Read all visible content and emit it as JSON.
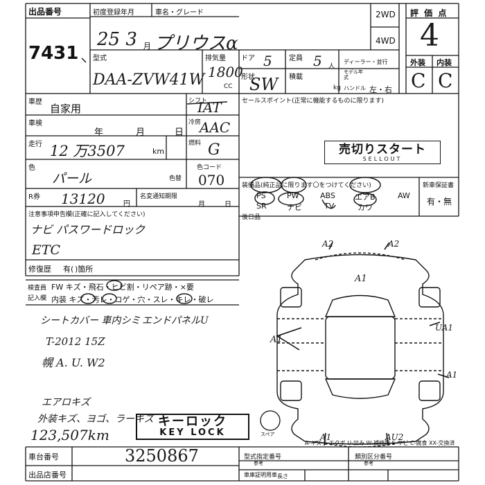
{
  "sheet": {
    "lot_label": "出品番号",
    "lot_number": "7431",
    "first_reg_label": "初度登録年月",
    "car_name_label": "車名・グレード",
    "first_reg_value": "25 3",
    "month_char": "月",
    "car_name_value": "プリウスα",
    "drive_2wd": "2WD",
    "drive_4wd": "4WD",
    "score_label": "評 価 点",
    "score_value": "4",
    "model_label": "型式",
    "model_value": "DAA-ZVW41W",
    "displacement_label": "排気量",
    "displacement_value": "1800",
    "cc": "CC",
    "doors_label": "ドア",
    "doors_value": "5",
    "capacity_label": "定員",
    "capacity_value": "5",
    "person_char": "人",
    "dealer_label": "ディーラー・並行",
    "shape_label": "形状",
    "shape_value": "SW",
    "payload_label": "積載",
    "kg": "kg",
    "model_year_label": "モデル年式",
    "handle_label": "ハンドル",
    "handle_lr": "左・右",
    "exterior_label": "外装",
    "interior_label": "内装",
    "exterior_grade": "C",
    "interior_grade": "C",
    "history_label": "車歴",
    "history_value": "自家用",
    "shift_label": "シフト",
    "shift_value": "IAT",
    "inspection_label": "車検",
    "year_char": "年",
    "month_char2": "月",
    "day_char": "日",
    "ac_label": "冷房",
    "ac_value": "AAC",
    "mileage_label": "走行",
    "mileage_value": "12 万3507",
    "km": "km",
    "fuel_label": "燃料",
    "fuel_value": "G",
    "color_label": "色",
    "color_value": "パール",
    "color_change_label": "色替",
    "color_code_label": "色コード",
    "color_code_value": "070",
    "recycle_label": "R券",
    "recycle_value": "13120",
    "yen": "円",
    "tax_label": "名変通知期限",
    "month_char3": "月",
    "day_char2": "日",
    "sales_point_label": "セールスポイント(正常に機能するものに限ります)",
    "sellout_jp": "売切りスタート",
    "sellout_en": "SELLOUT",
    "equipment_label": "装備品(純正品に限ります〇をつけてください)",
    "new_car_warranty_label": "新車保証書",
    "eq_ps": "PS",
    "eq_pw": "PW",
    "eq_abs": "ABS",
    "eq_ab": "エアB",
    "eq_aw": "AW",
    "eq_sr": "SR",
    "eq_nav": "ナビ",
    "eq_tv": "TV",
    "eq_kawa": "カワ",
    "warranty_value": "有・無",
    "rear_seat_label": "後日品",
    "notes_label": "注意事項申告欄(正確に記入してください)",
    "notes_line1": "ナビ パスワードロック",
    "notes_line2": "ETC",
    "repair_label": "修復歴",
    "repair_value": "有(",
    "repair_unit": ")箇所",
    "inspector_label": "検査員",
    "entry_label": "記入欄",
    "check_row1": "FW キズ・飛石・ヒビ割・リペア跡・×要",
    "check_row2": "内装 キズ・汚レ・コゲ・穴・スレ・キレ・破レ",
    "remark1": "シートカバー 車内シミ",
    "remark2": "エンドパネルU",
    "remark3": "T-2012 15Z",
    "remark4": "幌 A. U. W2",
    "remark5": "エアロキズ",
    "remark6": "外装キズ、ヨゴ、ラーキズ",
    "remark7": "123,507km",
    "keylock_jp": "キーロック",
    "keylock_en": "KEY LOCK",
    "spare_label": "スペア",
    "chassis_label": "車台番号",
    "chassis_value": "3250867",
    "auction_label": "出品店番号",
    "type_cert_label": "型式指定番号",
    "cat_label": "類別区分番号",
    "ref_label": "参考",
    "car_reg_label": "車庫証明用車",
    "length_label": "長さ",
    "legend": "A-キズ E-エクボ U-凹み W-補修跡 S-サビ C-腐食 XX-交換済",
    "diag_a2_left": "A2",
    "diag_a2_right": "A2",
    "diag_a1_top": "A1",
    "diag_a1_left": "A1",
    "diag_ua1": "UA1",
    "diag_a1_right": "A1",
    "diag_a1_bottom": "A1",
    "diag_au2": "AU2",
    "month_on_reg": "月"
  },
  "colors": {
    "ink": "#111111",
    "hand": "#1a1a1a",
    "bg": "#ffffff"
  }
}
